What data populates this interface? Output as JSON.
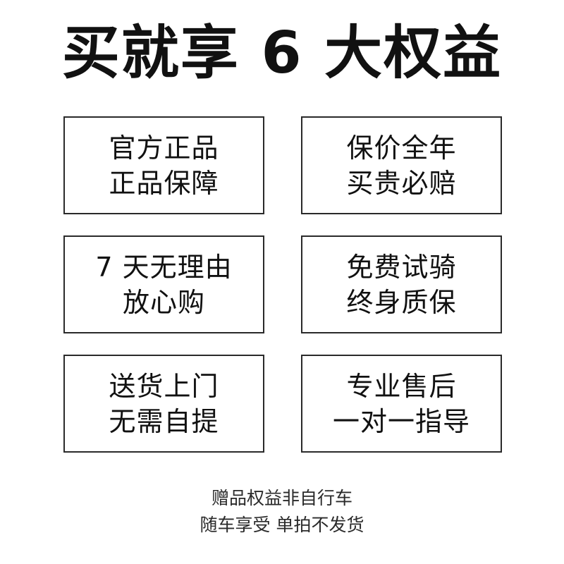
{
  "title": "买就享 6 大权益",
  "benefits": [
    {
      "line1": "官方正品",
      "line2": "正品保障"
    },
    {
      "line1": "保价全年",
      "line2": "买贵必赔"
    },
    {
      "line1": "7 天无理由",
      "line2": "放心购"
    },
    {
      "line1": "免费试骑",
      "line2": "终身质保"
    },
    {
      "line1": "送货上门",
      "line2": "无需自提"
    },
    {
      "line1": "专业售后",
      "line2": "一对一指导"
    }
  ],
  "footer": {
    "line1": "赠品权益非自行车",
    "line2": "随车享受 单拍不发货"
  },
  "colors": {
    "text": "#111111",
    "border": "#2a2a2a",
    "background": "#ffffff"
  }
}
